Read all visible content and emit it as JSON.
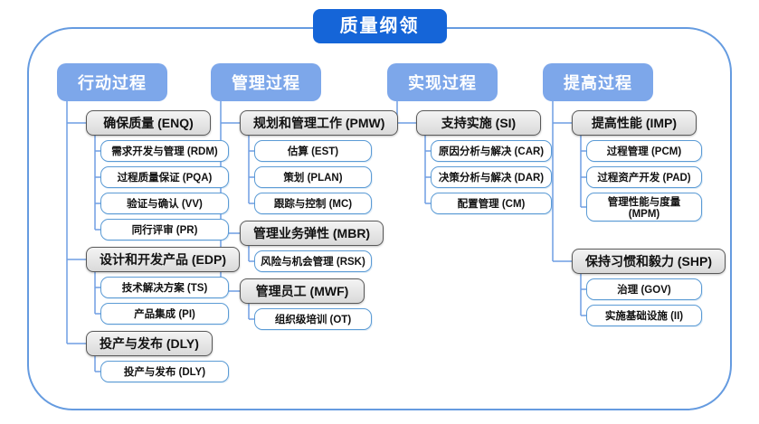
{
  "title": "质量纲领",
  "colors": {
    "title_bg": "#1565d8",
    "header_bg": "#7da7ea",
    "group_fill_top": "#f4f4f4",
    "group_fill_bottom": "#d9d9d9",
    "group_border": "#595959",
    "leaf_border": "#5b9bd5",
    "connector": "#6f9ee3",
    "frame_border": "#659be0"
  },
  "columns": [
    {
      "header": "行动过程",
      "groups": [
        {
          "label": "确保质量 (ENQ)",
          "children": [
            "需求开发与管理 (RDM)",
            "过程质量保证 (PQA)",
            "验证与确认 (VV)",
            "同行评审 (PR)"
          ]
        },
        {
          "label": "设计和开发产品 (EDP)",
          "children": [
            "技术解决方案 (TS)",
            "产品集成 (PI)"
          ]
        },
        {
          "label": "投产与发布 (DLY)",
          "children": [
            "投产与发布 (DLY)"
          ]
        }
      ]
    },
    {
      "header": "管理过程",
      "groups": [
        {
          "label": "规划和管理工作 (PMW)",
          "children": [
            "估算 (EST)",
            "策划 (PLAN)",
            "跟踪与控制 (MC)"
          ]
        },
        {
          "label": "管理业务弹性 (MBR)",
          "children": [
            "风险与机会管理 (RSK)"
          ]
        },
        {
          "label": "管理员工 (MWF)",
          "children": [
            "组织级培训 (OT)"
          ]
        }
      ]
    },
    {
      "header": "实现过程",
      "groups": [
        {
          "label": "支持实施 (SI)",
          "children": [
            "原因分析与解决 (CAR)",
            "决策分析与解决 (DAR)",
            "配置管理 (CM)"
          ]
        }
      ]
    },
    {
      "header": "提高过程",
      "groups": [
        {
          "label": "提高性能 (IMP)",
          "children": [
            "过程管理 (PCM)",
            "过程资产开发 (PAD)",
            "管理性能与度量\n(MPM)"
          ]
        },
        {
          "label": "保持习惯和毅力 (SHP)",
          "children": [
            "治理 (GOV)",
            "实施基础设施 (II)"
          ]
        }
      ]
    }
  ]
}
